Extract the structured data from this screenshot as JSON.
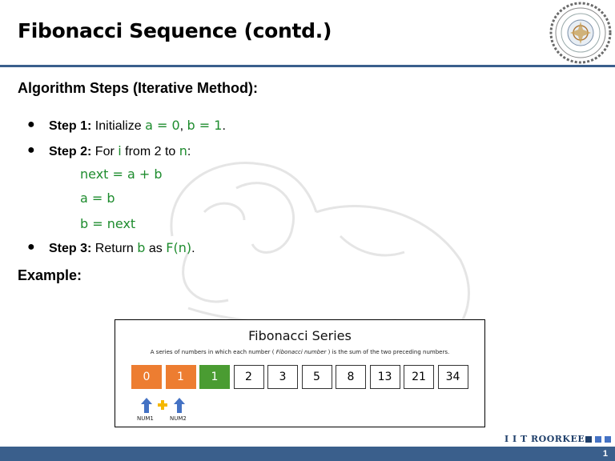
{
  "slide": {
    "title": "Fibonacci Sequence (contd.)",
    "subheading": "Algorithm Steps (Iterative Method):",
    "step1": {
      "label": "Step 1",
      "text_initialize": "Initialize",
      "a_assign": "a = 0",
      "b_assign": "b = 1"
    },
    "step2": {
      "label": "Step 2",
      "text_for": "For",
      "var_i": "i",
      "text_from": "from 2 to",
      "var_n": "n"
    },
    "code_lines": [
      "next = a + b",
      "a = b",
      "b = next"
    ],
    "step3": {
      "label": "Step 3",
      "text_return": "Return",
      "var_b": "b",
      "text_as": "as",
      "fn": "F(n)"
    },
    "example_label": "Example:",
    "page_number": "1",
    "brand": "I I T ROORKEE"
  },
  "figure": {
    "title": "Fibonacci Series",
    "desc_before": "A series of numbers in which each number (",
    "desc_italic": "Fibonacci number",
    "desc_after": ") is the sum of the two preceding numbers.",
    "cells": [
      {
        "value": "0",
        "style": "orange"
      },
      {
        "value": "1",
        "style": "orange"
      },
      {
        "value": "1",
        "style": "green"
      },
      {
        "value": "2",
        "style": "plain"
      },
      {
        "value": "3",
        "style": "plain"
      },
      {
        "value": "5",
        "style": "plain"
      },
      {
        "value": "8",
        "style": "plain"
      },
      {
        "value": "13",
        "style": "plain"
      },
      {
        "value": "21",
        "style": "plain"
      },
      {
        "value": "34",
        "style": "plain"
      }
    ],
    "num1_label": "NUM1",
    "num2_label": "NUM2"
  },
  "colors": {
    "orange": "#ed7d31",
    "green": "#4a9c32",
    "code_green": "#1e8c2e",
    "brand_blue": "#3a5f8c",
    "arrow_blue": "#4472c4",
    "plus_gold": "#f5b800"
  }
}
